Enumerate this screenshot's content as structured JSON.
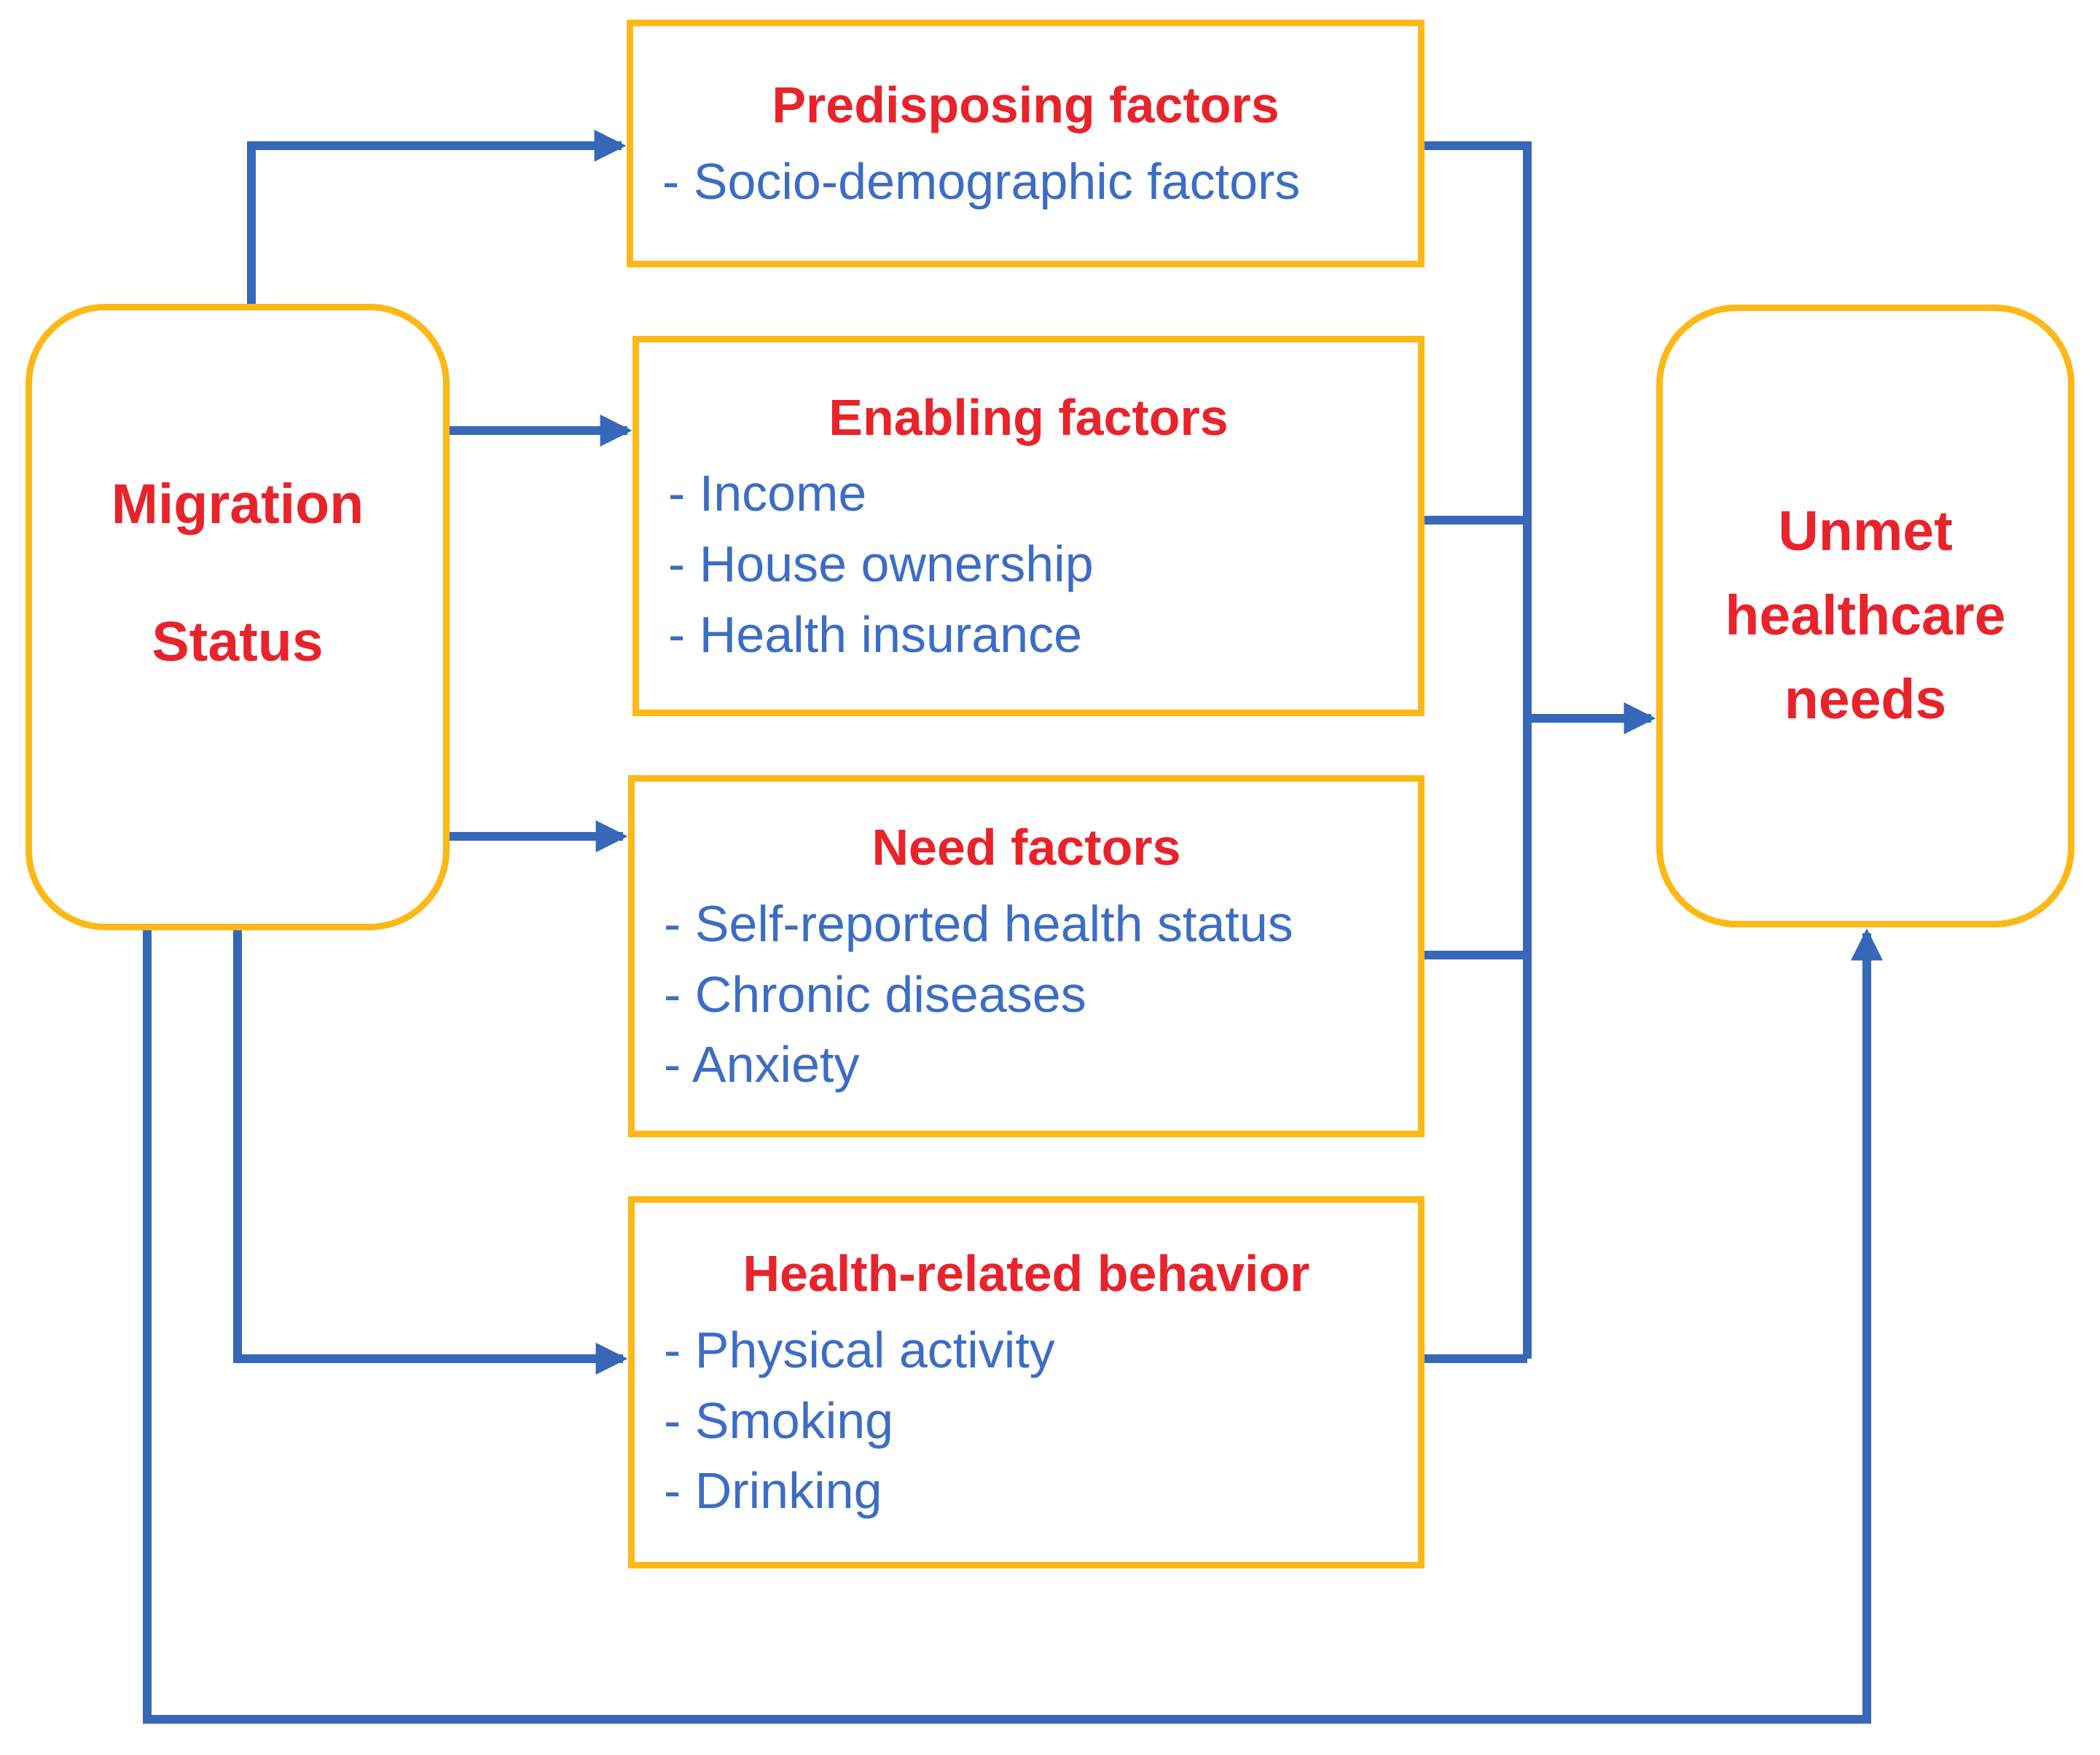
{
  "nodes": {
    "migration": {
      "lines": [
        "Migration",
        "Status"
      ]
    },
    "unmet": {
      "lines": [
        "Unmet",
        "healthcare",
        "needs"
      ]
    }
  },
  "factor_boxes": [
    {
      "title": "Predisposing factors",
      "items": [
        "- Socio-demographic factors"
      ]
    },
    {
      "title": "Enabling factors",
      "items": [
        "- Income",
        "- House ownership",
        "- Health insurance"
      ]
    },
    {
      "title": "Need factors",
      "items": [
        "- Self-reported health status",
        "- Chronic diseases",
        "- Anxiety"
      ]
    },
    {
      "title": "Health-related behavior",
      "items": [
        "- Physical activity",
        "- Smoking",
        "- Drinking"
      ]
    }
  ],
  "colors": {
    "border_yellow": "#FBB817",
    "title_red": "#E8232B",
    "text_blue": "#3C6DC5",
    "line_blue": "#3767B8",
    "background": "#FFFFFF"
  }
}
